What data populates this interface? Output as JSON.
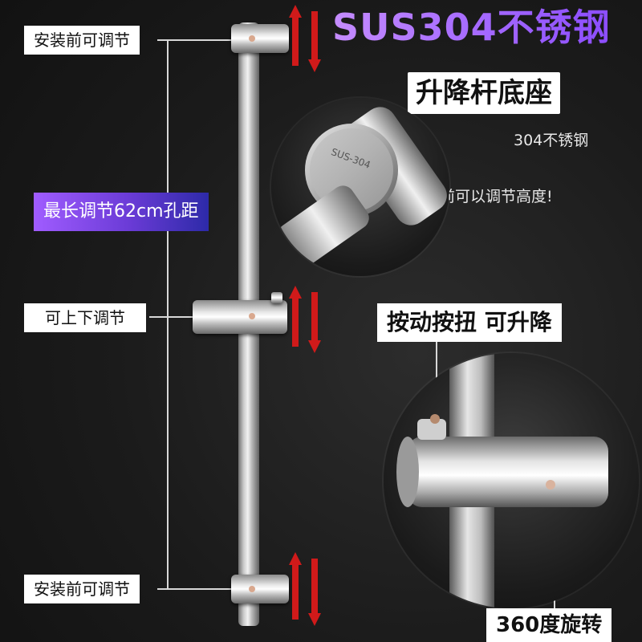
{
  "title": "SUS304不锈钢",
  "left_labels": {
    "top": "安装前可调节",
    "middle": "可上下调节",
    "bottom": "安装前可调节",
    "range": "最长调节62cm孔距"
  },
  "base_panel": {
    "heading": "升降杆底座",
    "material": "304不锈钢",
    "note": "安装前可以调节高度!",
    "stamp": "SUS-304"
  },
  "slider_panel": {
    "heading": "按动按扭 可升降",
    "rotation": "360度旋转"
  },
  "colors": {
    "title_gradient": [
      "#c58cff",
      "#8c4dff"
    ],
    "arrow_red": "#d01a1a",
    "range_label_gradient": [
      "#a05cff",
      "#2d2aa8"
    ]
  }
}
